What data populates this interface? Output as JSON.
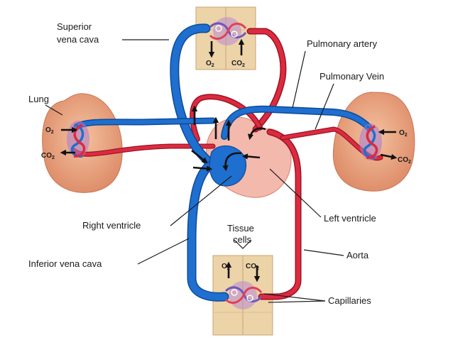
{
  "labels": {
    "superior_vena_cava_line1": "Superior",
    "superior_vena_cava_line2": "vena cava",
    "pulmonary_artery": "Pulmonary artery",
    "pulmonary_vein": "Pulmonary Vein",
    "lung": "Lung",
    "right_ventricle": "Right ventricle",
    "left_ventricle": "Left ventricle",
    "tissue_cells_line1": "Tissue",
    "tissue_cells_line2": "cells",
    "aorta": "Aorta",
    "inferior_vena_cava": "Inferior vena cava",
    "capillaries": "Capillaries"
  },
  "gases": {
    "o2_base": "O",
    "co2_base": "CO",
    "subscript": "2"
  },
  "colors": {
    "deoxygenated_blood": "#1e6fd0",
    "oxygenated_blood": "#dd2a3f",
    "lung_tissue": "#e9a07c",
    "body_tissue": "#ecd3a8",
    "heart_muscle": "#f3b9ad"
  }
}
